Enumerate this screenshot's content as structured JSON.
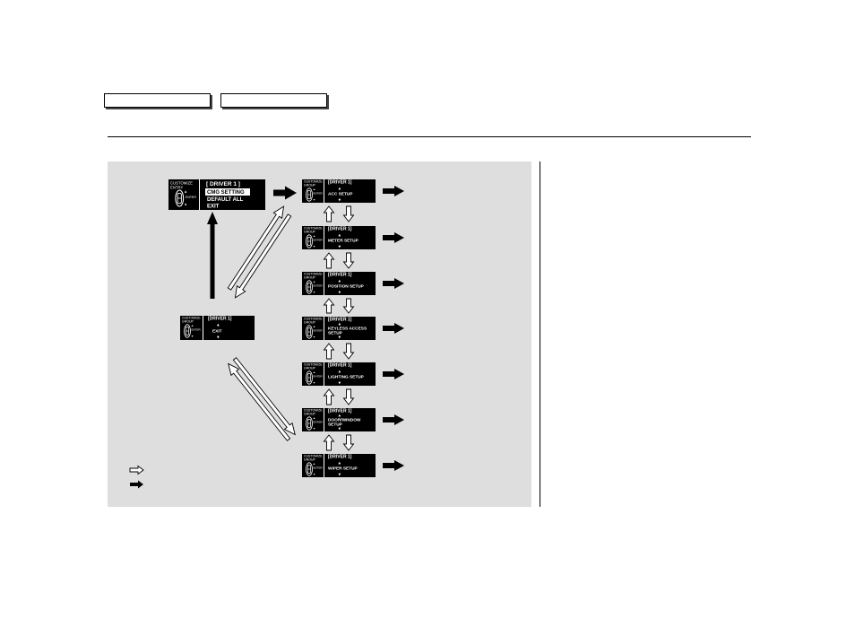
{
  "colors": {
    "panel_background": "#dedede",
    "display_background": "#000000",
    "display_text": "#ffffff",
    "selected_item_background": "#ffffff"
  },
  "diagram": {
    "main": {
      "label_1": "CUSTOMIZE",
      "label_2": "ENTRY",
      "knob": "ENTER",
      "driver": "[ DRIVER 1 ]",
      "selected": "CMG SETTING",
      "option_2": "DEFAULT ALL",
      "option_3": "EXIT"
    },
    "exit": {
      "label_1": "CUSTOMIZE",
      "label_2": "GROUP",
      "knob": "ENTER",
      "driver": "[DRIVER 1]",
      "up": "▲",
      "item": "EXIT",
      "down": "▼"
    },
    "groups": [
      {
        "label_1": "CUSTOMIZE",
        "label_2": "GROUP",
        "knob": "ENTER",
        "driver": "[DRIVER 1]",
        "up": "▲",
        "item": [
          "ACC SETUP"
        ],
        "down": "▼"
      },
      {
        "label_1": "CUSTOMIZE",
        "label_2": "GROUP",
        "knob": "ENTER",
        "driver": "[DRIVER 1]",
        "up": "▲",
        "item": [
          "METER SETUP"
        ],
        "down": "▼"
      },
      {
        "label_1": "CUSTOMIZE",
        "label_2": "GROUP",
        "knob": "ENTER",
        "driver": "[DRIVER 1]",
        "up": "▲",
        "item": [
          "POSITION SETUP"
        ],
        "down": "▼"
      },
      {
        "label_1": "CUSTOMIZE",
        "label_2": "GROUP",
        "knob": "ENTER",
        "driver": "[DRIVER 1]",
        "up": "▲",
        "item": [
          "KEYLESS ACCESS",
          "SETUP"
        ],
        "down": "▼"
      },
      {
        "label_1": "CUSTOMIZE",
        "label_2": "GROUP",
        "knob": "ENTER",
        "driver": "[DRIVER 1]",
        "up": "▲",
        "item": [
          "LIGHTING SETUP"
        ],
        "down": "▼"
      },
      {
        "label_1": "CUSTOMIZE",
        "label_2": "GROUP",
        "knob": "ENTER",
        "driver": "[DRIVER 1]",
        "up": "▲",
        "item": [
          "DOOR/WINDOW",
          "SETUP"
        ],
        "down": "▼"
      },
      {
        "label_1": "CUSTOMIZE",
        "label_2": "GROUP",
        "knob": "ENTER",
        "driver": "[DRIVER 1]",
        "up": "▲",
        "item": [
          "WIPER SETUP"
        ],
        "down": "▼"
      }
    ]
  },
  "legend": {
    "items": [
      {
        "icon": "outline-arrow-icon"
      },
      {
        "icon": "solid-arrow-icon"
      }
    ]
  }
}
